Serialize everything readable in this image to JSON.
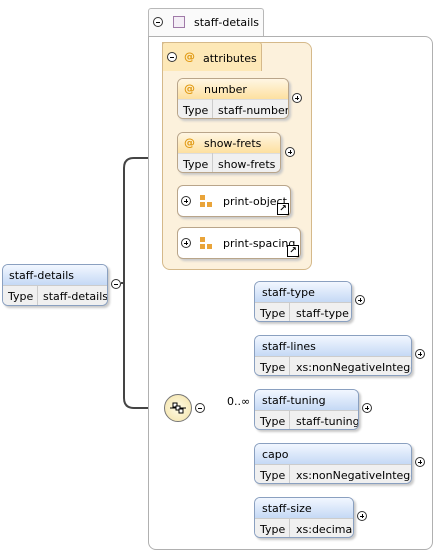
{
  "root": {
    "name": "staff-details",
    "type_label": "Type",
    "type_value": "staff-details"
  },
  "panel": {
    "title": "staff-details"
  },
  "attributes": {
    "group_label": "attributes",
    "items": [
      {
        "name": "number",
        "type_label": "Type",
        "type_value": "staff-number"
      },
      {
        "name": "show-frets",
        "type_label": "Type",
        "type_value": "show-frets"
      }
    ],
    "refs": [
      {
        "name": "print-object"
      },
      {
        "name": "print-spacing"
      }
    ]
  },
  "sequence": {
    "occurrence": "0..∞"
  },
  "elements": [
    {
      "name": "staff-type",
      "type_label": "Type",
      "type_value": "staff-type"
    },
    {
      "name": "staff-lines",
      "type_label": "Type",
      "type_value": "xs:nonNegativeInteger"
    },
    {
      "name": "staff-tuning",
      "type_label": "Type",
      "type_value": "staff-tuning"
    },
    {
      "name": "capo",
      "type_label": "Type",
      "type_value": "xs:nonNegativeInteger"
    },
    {
      "name": "staff-size",
      "type_label": "Type",
      "type_value": "xs:decimal"
    }
  ]
}
